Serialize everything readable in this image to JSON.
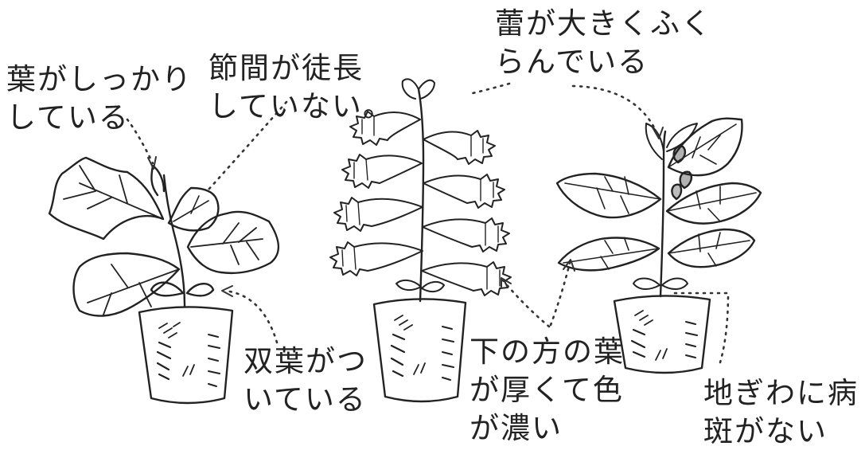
{
  "labels": {
    "leaves_firm": [
      "葉がしっかり",
      "している"
    ],
    "internodes": [
      "節間が徒長",
      "していない。"
    ],
    "buds": [
      "蕾が大きくふく",
      "らんでいる"
    ],
    "cotyledons": [
      "双葉がつ",
      "いている"
    ],
    "lower_leaves": [
      "下の方の葉",
      "が厚くて色",
      "が濃い"
    ],
    "no_disease": [
      "地ぎわに病",
      "斑がない"
    ]
  },
  "colors": {
    "ink": "#222222",
    "leader": "#333333",
    "paper": "#ffffff"
  }
}
